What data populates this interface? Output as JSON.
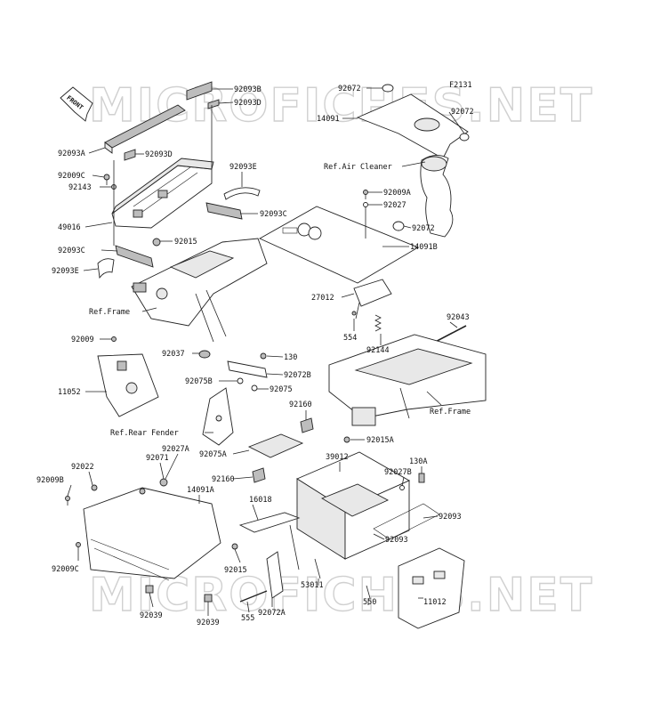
{
  "diagram_code": "F2131",
  "watermark": "MICROFICHES.NET",
  "front_arrow": "FRONT",
  "part_labels": [
    {
      "id": "l01",
      "text": "92093B"
    },
    {
      "id": "l02",
      "text": "92093D"
    },
    {
      "id": "l03",
      "text": "92093A"
    },
    {
      "id": "l04",
      "text": "92093D"
    },
    {
      "id": "l05",
      "text": "92009C"
    },
    {
      "id": "l06",
      "text": "92143"
    },
    {
      "id": "l07",
      "text": "92093E"
    },
    {
      "id": "l08",
      "text": "49016"
    },
    {
      "id": "l09",
      "text": "92093C"
    },
    {
      "id": "l10",
      "text": "92015"
    },
    {
      "id": "l11",
      "text": "92093C"
    },
    {
      "id": "l12",
      "text": "92093E"
    },
    {
      "id": "l13",
      "text": "92072"
    },
    {
      "id": "l14",
      "text": "14091"
    },
    {
      "id": "l15",
      "text": "92072"
    },
    {
      "id": "l16",
      "text": "92009A"
    },
    {
      "id": "l17",
      "text": "92027"
    },
    {
      "id": "l18",
      "text": "92072"
    },
    {
      "id": "l19",
      "text": "14091B"
    },
    {
      "id": "l20",
      "text": "27012"
    },
    {
      "id": "l21",
      "text": "554"
    },
    {
      "id": "l22",
      "text": "92144"
    },
    {
      "id": "l23",
      "text": "92043"
    },
    {
      "id": "l24",
      "text": "92009"
    },
    {
      "id": "l25",
      "text": "92037"
    },
    {
      "id": "l26",
      "text": "130"
    },
    {
      "id": "l27",
      "text": "92072B"
    },
    {
      "id": "l28",
      "text": "92075B"
    },
    {
      "id": "l29",
      "text": "92075"
    },
    {
      "id": "l30",
      "text": "11052"
    },
    {
      "id": "l31",
      "text": "92160"
    },
    {
      "id": "l32",
      "text": "92015A"
    },
    {
      "id": "l33",
      "text": "92027A"
    },
    {
      "id": "l34",
      "text": "92075A"
    },
    {
      "id": "l35",
      "text": "39012"
    },
    {
      "id": "l36",
      "text": "130A"
    },
    {
      "id": "l37",
      "text": "92022"
    },
    {
      "id": "l38",
      "text": "92071"
    },
    {
      "id": "l39",
      "text": "92027B"
    },
    {
      "id": "l40",
      "text": "92009B"
    },
    {
      "id": "l41",
      "text": "14091A"
    },
    {
      "id": "l42",
      "text": "92160"
    },
    {
      "id": "l43",
      "text": "16018"
    },
    {
      "id": "l44",
      "text": "92093"
    },
    {
      "id": "l45",
      "text": "92093"
    },
    {
      "id": "l46",
      "text": "92009C"
    },
    {
      "id": "l47",
      "text": "92015"
    },
    {
      "id": "l48",
      "text": "53011"
    },
    {
      "id": "l49",
      "text": "550"
    },
    {
      "id": "l50",
      "text": "11012"
    },
    {
      "id": "l51",
      "text": "92039"
    },
    {
      "id": "l52",
      "text": "555"
    },
    {
      "id": "l53",
      "text": "92072A"
    },
    {
      "id": "l54",
      "text": "92039"
    }
  ],
  "reference_labels": [
    {
      "id": "r1",
      "text": "Ref.Air Cleaner"
    },
    {
      "id": "r2",
      "text": "Ref.Frame"
    },
    {
      "id": "r3",
      "text": "Ref.Frame"
    },
    {
      "id": "r4",
      "text": "Ref.Rear Fender"
    }
  ]
}
